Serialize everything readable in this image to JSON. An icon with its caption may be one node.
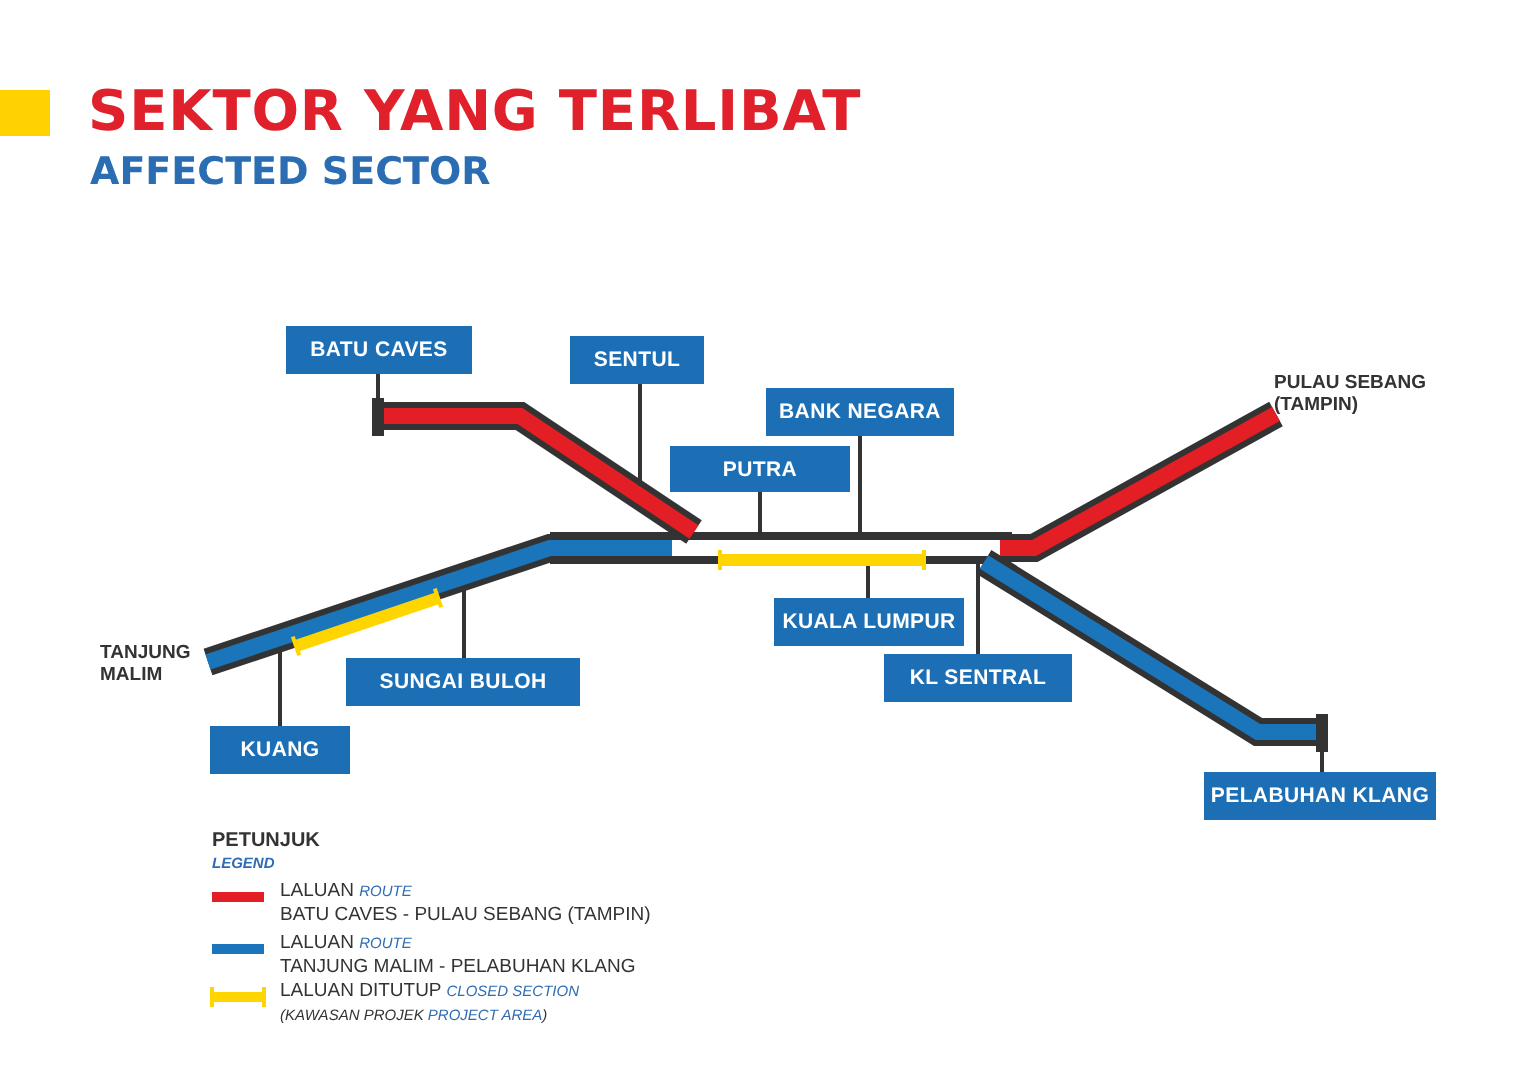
{
  "diagram": {
    "title": "SEKTOR YANG TERLIBAT",
    "nodes": [
      {
        "text": [
          "BATU CAVES"
        ]
      },
      {
        "text": [
          "SENTUL"
        ]
      },
      {
        "text": [
          "BANK NEGARA"
        ]
      },
      {
        "text": [
          "PUTRA"
        ]
      },
      {
        "text": [
          "KUALA LUMPUR"
        ]
      },
      {
        "text": [
          "KL SENTRAL"
        ]
      },
      {
        "text": [
          "SUNGAI BULOH"
        ]
      },
      {
        "text": [
          "KUANG"
        ]
      },
      {
        "text": [
          "PELABUHAN KLANG"
        ]
      }
    ],
    "edges": [
      {
        "from": 0,
        "to": null,
        "arrow": "other"
      },
      {
        "from": 1,
        "to": null,
        "arrow": "none"
      },
      {
        "from": 2,
        "to": null,
        "arrow": "none"
      },
      {
        "from": 3,
        "to": null,
        "arrow": "none"
      },
      {
        "from": 4,
        "to": null,
        "arrow": "none"
      },
      {
        "from": 5,
        "to": null,
        "arrow": "none"
      },
      {
        "from": 6,
        "to": null,
        "arrow": "none"
      },
      {
        "from": 7,
        "to": null,
        "arrow": "none"
      },
      {
        "from": 8,
        "to": null,
        "arrow": "other"
      }
    ],
    "labels": [
      "AFFECTED SECTOR",
      "PULAU SEBANG (TAMPIN)",
      "TANJUNG MALIM",
      "PETUNJUK",
      "LEGEND"
    ],
    "legend": [
      {
        "text": "LALUAN *ROUTE* BATU CAVES - PULAU SEBANG (TAMPIN)",
        "color": "#e31e25"
      },
      {
        "text": "LALUAN *ROUTE* TANJUNG MALIM - PELABUHAN KLANG",
        "color": "#1b75bb"
      },
      {
        "text": "LALUAN DITUTUP *CLOSED SECTION* (KAWASAN PROJEK *PROJECT AREA*)",
        "color": "#ffd500"
      }
    ]
  }
}
